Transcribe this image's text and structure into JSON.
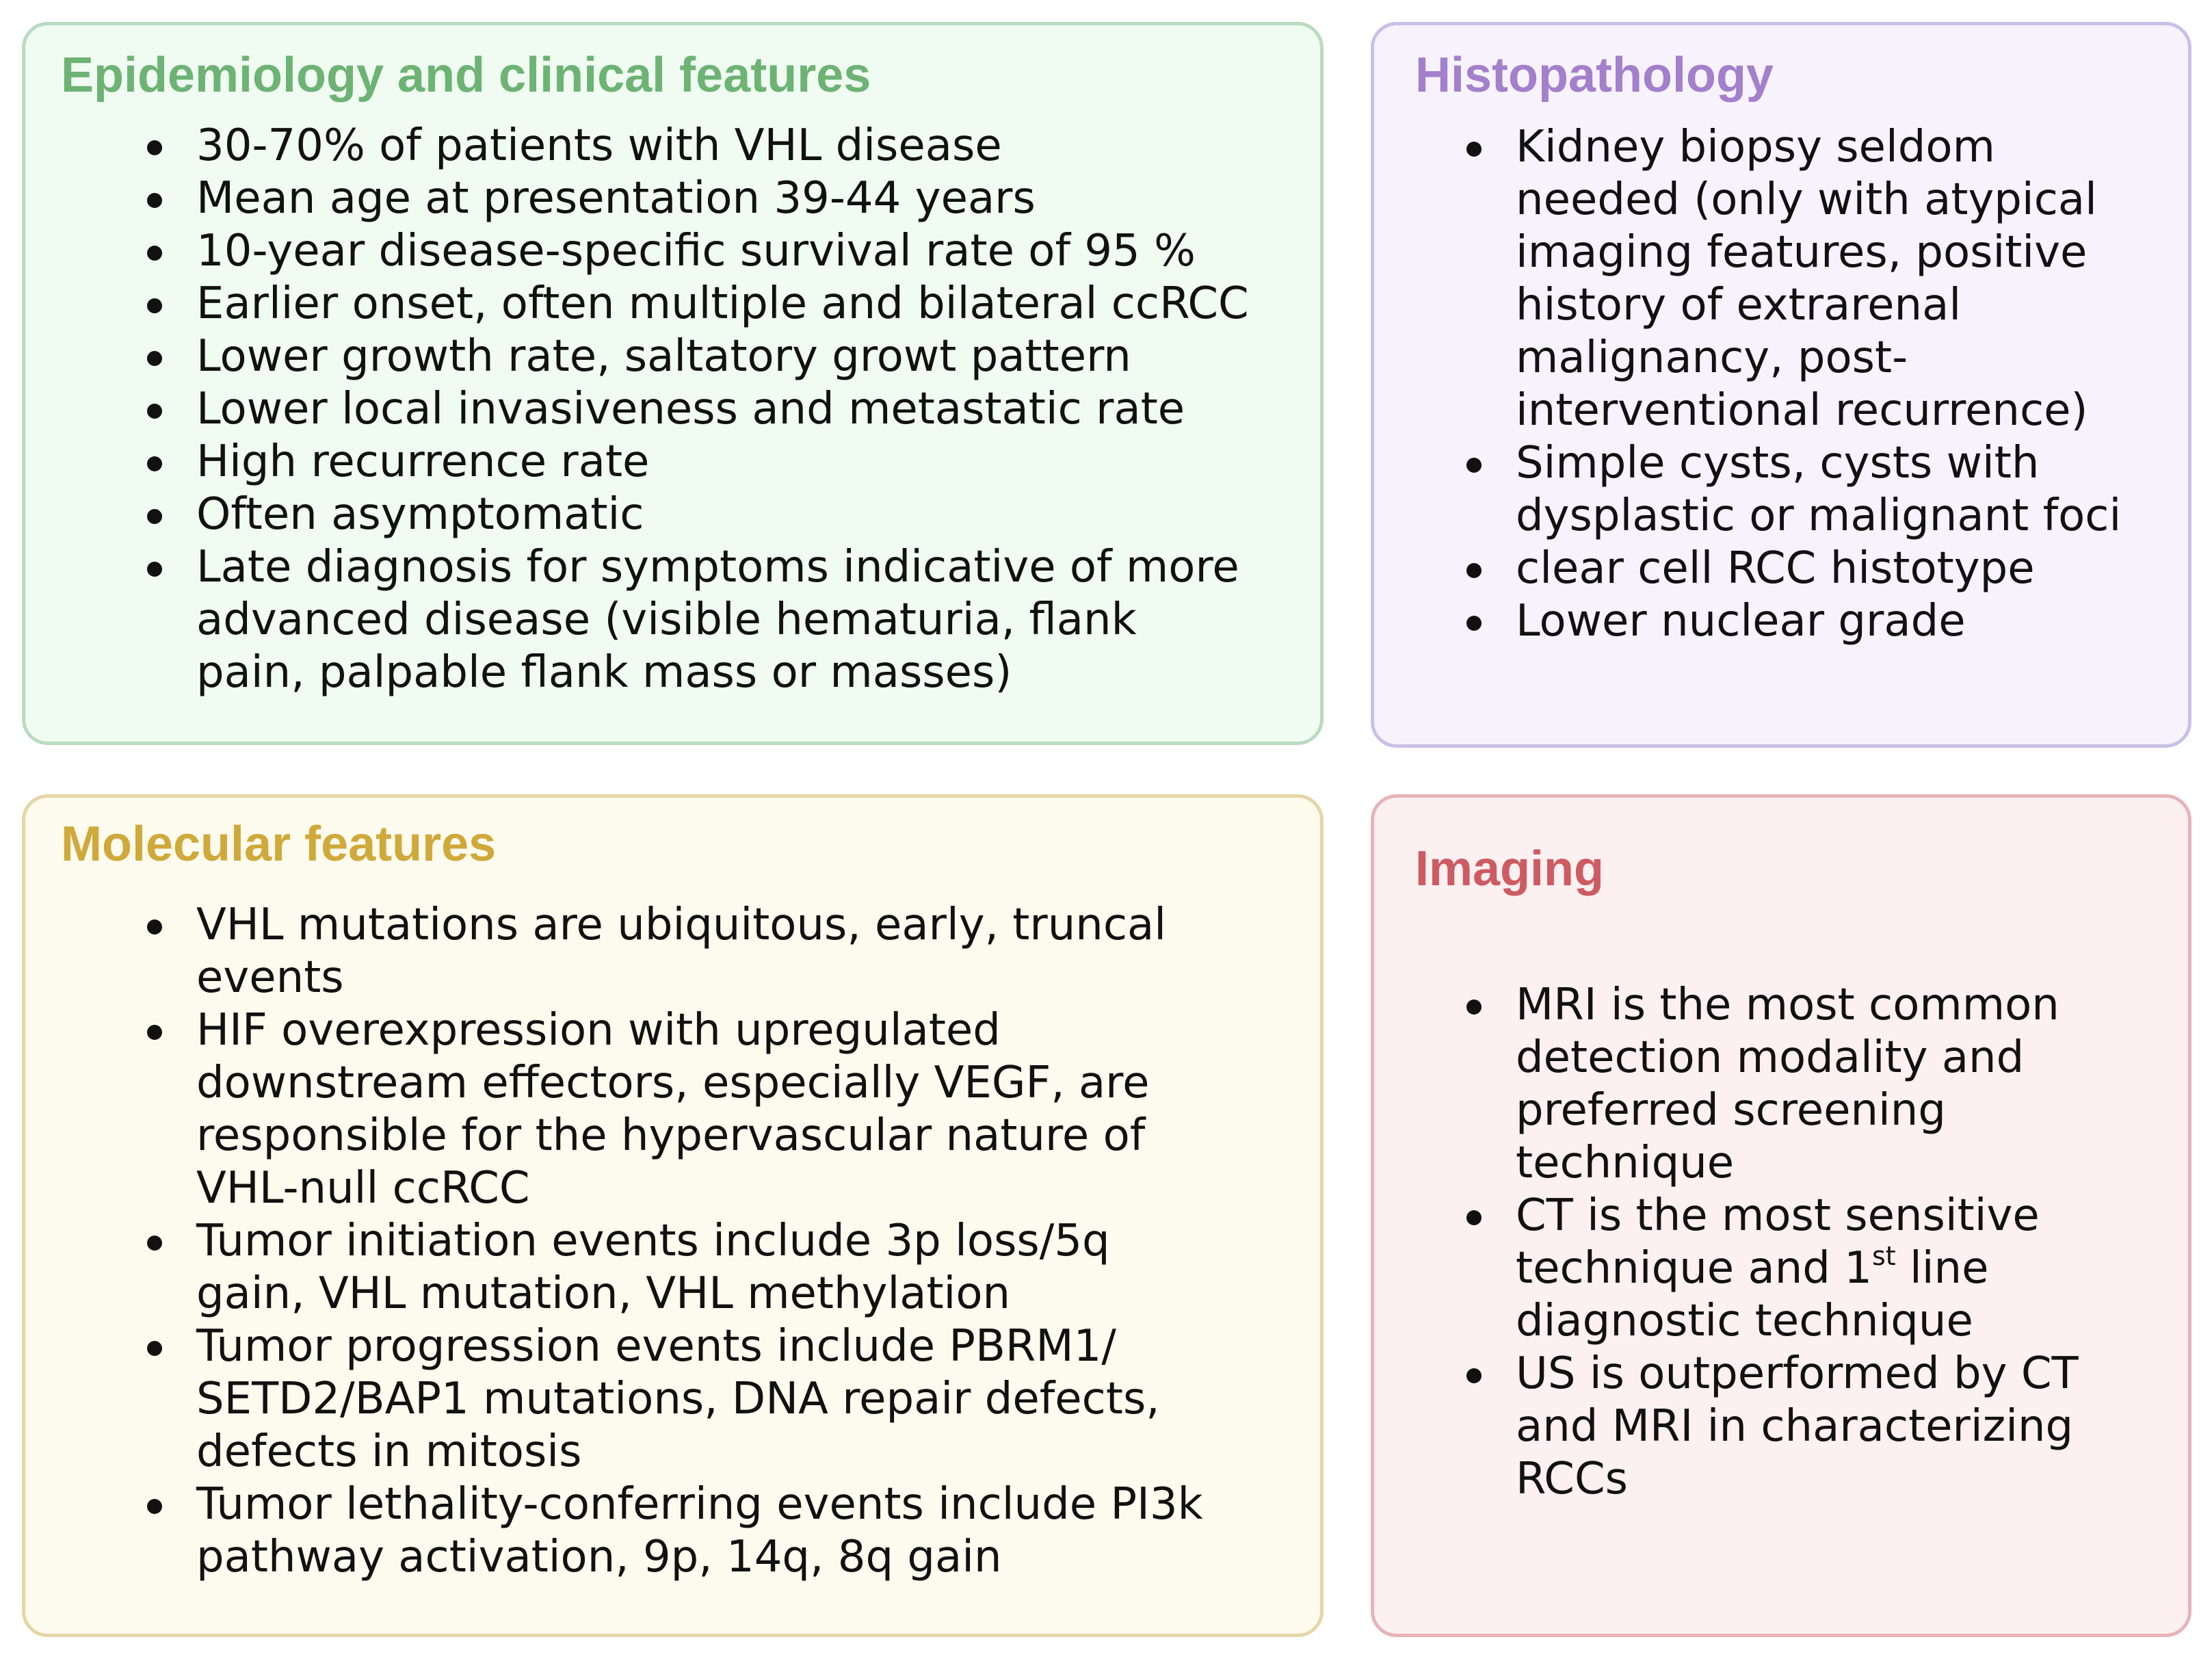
{
  "colors": {
    "epidemiology_title": "#6db374",
    "histopathology_title": "#a47fcc",
    "molecular_title": "#cfa93a",
    "imaging_title": "#cd5b62"
  },
  "epidemiology": {
    "title": "Epidemiology and clinical features",
    "items": [
      "30-70% of patients with VHL disease",
      "Mean age at presentation 39-44 years",
      "10-year disease-specific survival rate of 95 %",
      "Earlier onset, often multiple and bilateral ccRCC",
      "Lower growth rate, saltatory growt pattern",
      "Lower local invasiveness and metastatic rate",
      "High recurrence rate",
      "Often asymptomatic",
      "Late diagnosis for symptoms indicative of more advanced disease (visible hematuria, flank pain, palpable flank mass or masses)"
    ]
  },
  "histopathology": {
    "title": "Histopathology",
    "items": [
      "Kidney biopsy seldom needed (only with atypical imaging features, positive history of extrarenal malignancy, post-interventional recurrence)",
      "Simple cysts, cysts with dysplastic or malignant foci",
      "clear cell RCC histotype",
      "Lower nuclear grade"
    ]
  },
  "molecular": {
    "title": "Molecular features",
    "items": [
      "VHL mutations are ubiquitous, early, truncal events",
      "HIF overexpression with upregulated downstream effectors, especially VEGF, are responsible for the hypervascular nature of VHL-null ccRCC",
      "Tumor initiation events include 3p loss/5q gain, VHL mutation, VHL methylation",
      "Tumor progression events include PBRM1/ SETD2/BAP1 mutations, DNA repair defects, defects in mitosis",
      "Tumor lethality-conferring events include PI3k pathway activation, 9p, 14q, 8q gain"
    ]
  },
  "imaging": {
    "title": "Imaging",
    "item1": "MRI is the most common detection modality and preferred screening technique",
    "item2_before": "CT is the most sensitive technique and 1",
    "item2_sup": "st",
    "item2_after": " line diagnostic technique",
    "item3": "US is outperformed by CT and MRI in characterizing RCCs"
  }
}
